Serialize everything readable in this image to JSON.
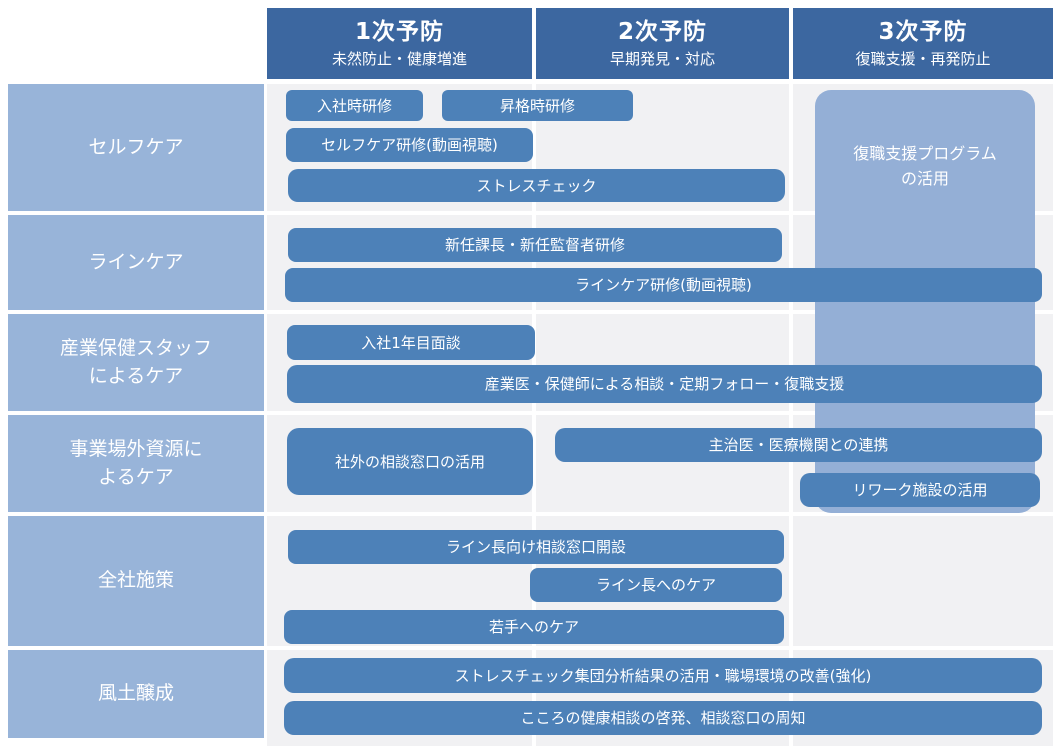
{
  "colors": {
    "page_bg": "#FFFFFF",
    "header_bg": "#3C67A0",
    "bar_bg": "#4D81B8",
    "sidebar_bg": "#98B4D9",
    "panel_bg": "#94AFD6",
    "cell_bg": "#F1F1F3",
    "text_on_blue": "#FFFFFF"
  },
  "header": {
    "columns": [
      {
        "title": "1次予防",
        "subtitle": "未然防止・健康増進"
      },
      {
        "title": "2次予防",
        "subtitle": "早期発見・対応"
      },
      {
        "title": "3次予防",
        "subtitle": "復職支援・再発防止"
      }
    ]
  },
  "rows": [
    {
      "label": "セルフケア"
    },
    {
      "label": "ラインケア"
    },
    {
      "label": "産業保健スタッフ\nによるケア"
    },
    {
      "label": "事業場外資源に\nよるケア"
    },
    {
      "label": "全社施策"
    },
    {
      "label": "風土醸成"
    }
  ],
  "items": {
    "new_hire_training": {
      "label": "入社時研修"
    },
    "promotion_training": {
      "label": "昇格時研修"
    },
    "selfcare_training_video": {
      "label": "セルフケア研修(動画視聴)"
    },
    "stress_check": {
      "label": "ストレスチェック"
    },
    "return_to_work_program": {
      "label": "復職支援プログラム\nの活用"
    },
    "new_manager_training": {
      "label": "新任課長・新任監督者研修"
    },
    "line_care_training_video": {
      "label": "ラインケア研修(動画視聴)"
    },
    "first_year_interview": {
      "label": "入社1年目面談"
    },
    "occupational_staff_support": {
      "label": "産業医・保健師による相談・定期フォロー・復職支援"
    },
    "external_consultation_desk": {
      "label": "社外の相談窓口の活用"
    },
    "medical_institution_coordination": {
      "label": "主治医・医療機関との連携"
    },
    "rework_facility_use": {
      "label": "リワーク施設の活用"
    },
    "line_manager_consultation_desk": {
      "label": "ライン長向け相談窓口開設"
    },
    "line_manager_care": {
      "label": "ライン長へのケア"
    },
    "young_employee_care": {
      "label": "若手へのケア"
    },
    "stress_check_group_analysis": {
      "label": "ストレスチェック集団分析結果の活用・職場環境の改善(強化)"
    },
    "mental_health_awareness": {
      "label": "こころの健康相談の啓発、相談窓口の周知"
    }
  }
}
